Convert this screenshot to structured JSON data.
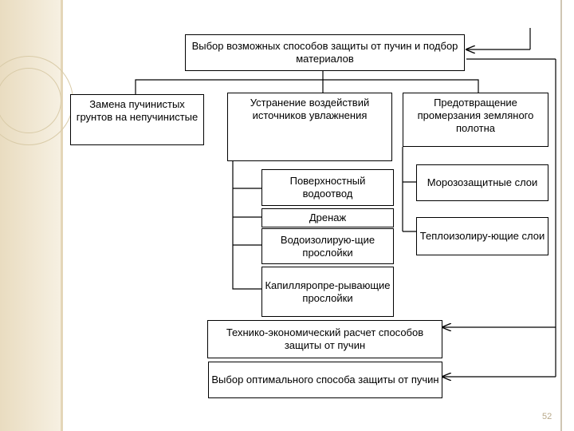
{
  "boxes": {
    "choose_methods": "Выбор возможных способов защиты от пучин и подбор материалов",
    "replace_soils": "Замена пучинистых грунтов на непучинистые",
    "eliminate_moisture": "Устранение воздействий источников увлажнения",
    "prevent_freezing": "Предотвращение промерзания земляного полотна",
    "surface_drainage": "Поверхностный водоотвод",
    "drainage": "Дренаж",
    "waterproof_layers": "Водоизолирую-щие прослойки",
    "capillary_layers": "Капилляропре-рывающие прослойки",
    "frost_layers": "Морозозащитные слои",
    "insulation_layers": "Теплоизолиру-ющие слои",
    "economic_calc": "Технико-экономический расчет способов защиты от пучин",
    "optimal_choice": "Выбор оптимального способа защиты от пучин"
  },
  "page_number": "52"
}
